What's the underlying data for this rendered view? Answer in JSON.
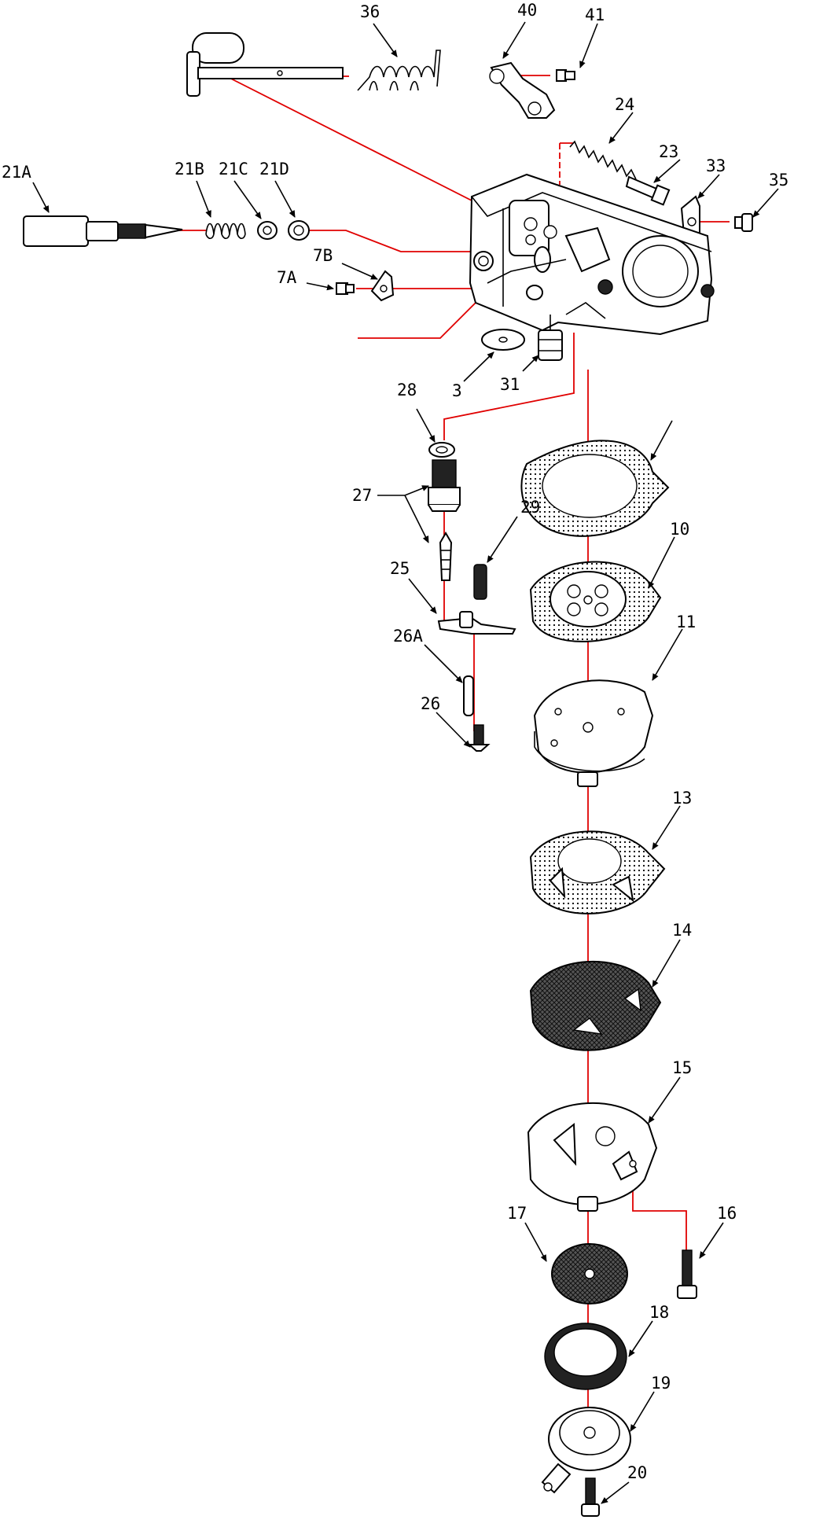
{
  "diagram": {
    "labels": {
      "p36": "36",
      "p40": "40",
      "p41": "41",
      "p24": "24",
      "p23": "23",
      "p33": "33",
      "p35": "35",
      "p21A": "21A",
      "p21B": "21B",
      "p21C": "21C",
      "p21D": "21D",
      "p7B": "7B",
      "p7A": "7A",
      "p3": "3",
      "p31": "31",
      "p28": "28",
      "p27": "27",
      "p29": "29",
      "p25": "25",
      "p26A": "26A",
      "p26": "26",
      "p10": "10",
      "p11": "11",
      "p13": "13",
      "p14": "14",
      "p15": "15",
      "p16": "16",
      "p17": "17",
      "p18": "18",
      "p19": "19",
      "p20": "20"
    },
    "colors": {
      "line": "#000000",
      "leader": "#e00000",
      "background": "#ffffff"
    }
  }
}
